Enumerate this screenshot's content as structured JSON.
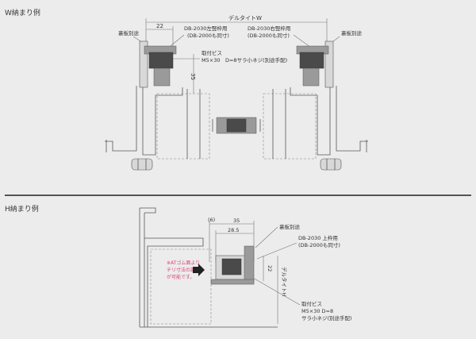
{
  "top": {
    "title": "W納まり例",
    "dim_top": "デルタイトW",
    "dim_22": "22",
    "dim_35": "35",
    "left_part": "DB-2030左竪枠用",
    "left_part_sub": "(DB-2000も同寸)",
    "right_part": "DB-2030右竪枠用",
    "right_part_sub": "(DB-2000も同寸)",
    "backing_left": "裏板別途",
    "backing_right": "裏板別途",
    "screw_line1": "取付ビス",
    "screw_line2": "M5×30　D=8サラ小ネジ(別途手配)"
  },
  "bottom": {
    "title": "H納まり例",
    "dim_6": "(6)",
    "dim_35": "35",
    "dim_28_5": "28.5",
    "dim_22": "22",
    "dim_h": "デルタイトH",
    "backing": "裏板別途",
    "part": "DB-2030 上枠用",
    "part_sub": "(DB-2000も同寸)",
    "note_1": "※ATゴム面より",
    "note_2": "チリ寸法の調整",
    "note_3": "が可能です。",
    "screw_line1": "取付ビス",
    "screw_line2": "M5×30 D=8",
    "screw_line3": "サラ小ネジ(別途手配)"
  },
  "colors": {
    "note_pink": "#e0407a",
    "divider": "#222222"
  }
}
